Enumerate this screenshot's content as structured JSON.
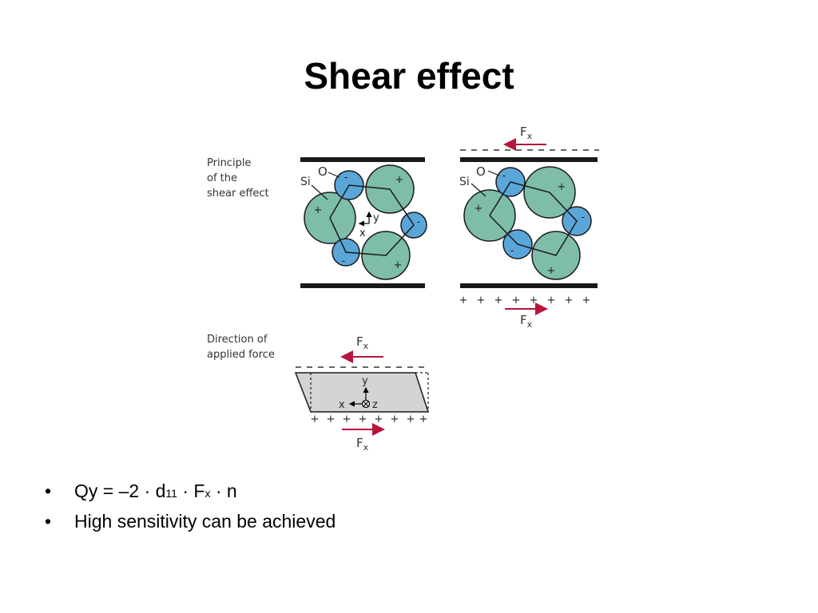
{
  "slide": {
    "title": "Shear effect"
  },
  "figure": {
    "principle_label": [
      "Principle",
      "of the",
      "shear effect"
    ],
    "direction_label": [
      "Direction of",
      "applied force"
    ],
    "atom_si": "Si",
    "atom_o": "O",
    "sign_plus": "+",
    "sign_minus": "-",
    "force_main": "F",
    "force_sub": "x",
    "axis_x": "x",
    "axis_y": "y",
    "axis_z": "z",
    "arrow_color": "#b5163c",
    "teal_color": "#7dbdaa",
    "blue_color": "#5aa6d8"
  },
  "bullets": {
    "dot": "•",
    "item1": {
      "prefix": "Qy = –2 · d",
      "sub1": "11",
      "mid": " · F",
      "sub2": "x",
      "suffix": " · n"
    },
    "item2": "High sensitivity can be achieved"
  }
}
